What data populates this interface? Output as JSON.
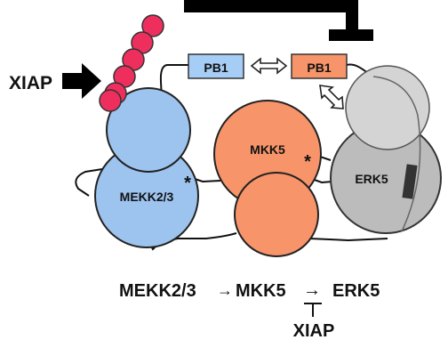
{
  "labels": {
    "xiap_arrow": "XIAP",
    "pb1_left": "PB1",
    "pb1_right": "PB1",
    "mekk": "MEKK2/3",
    "mkk5": "MKK5",
    "erk5": "ERK5",
    "star_left": "*",
    "star_right": "*"
  },
  "pathway": {
    "mekk": "MEKK2/3",
    "arrow1": "→",
    "mkk5": "MKK5",
    "arrow2": "→",
    "erk5": "ERK5",
    "inhibitor": "XIAP"
  },
  "colors": {
    "mekk_blue": "#9dc3ef",
    "mkk5_orange": "#f7946a",
    "erk5_gray": "#bcbcbc",
    "ubiquitin_red": "#ee2f5e",
    "pb1_blue": "#a6cdf6",
    "pb1_orange": "#f7946a"
  }
}
